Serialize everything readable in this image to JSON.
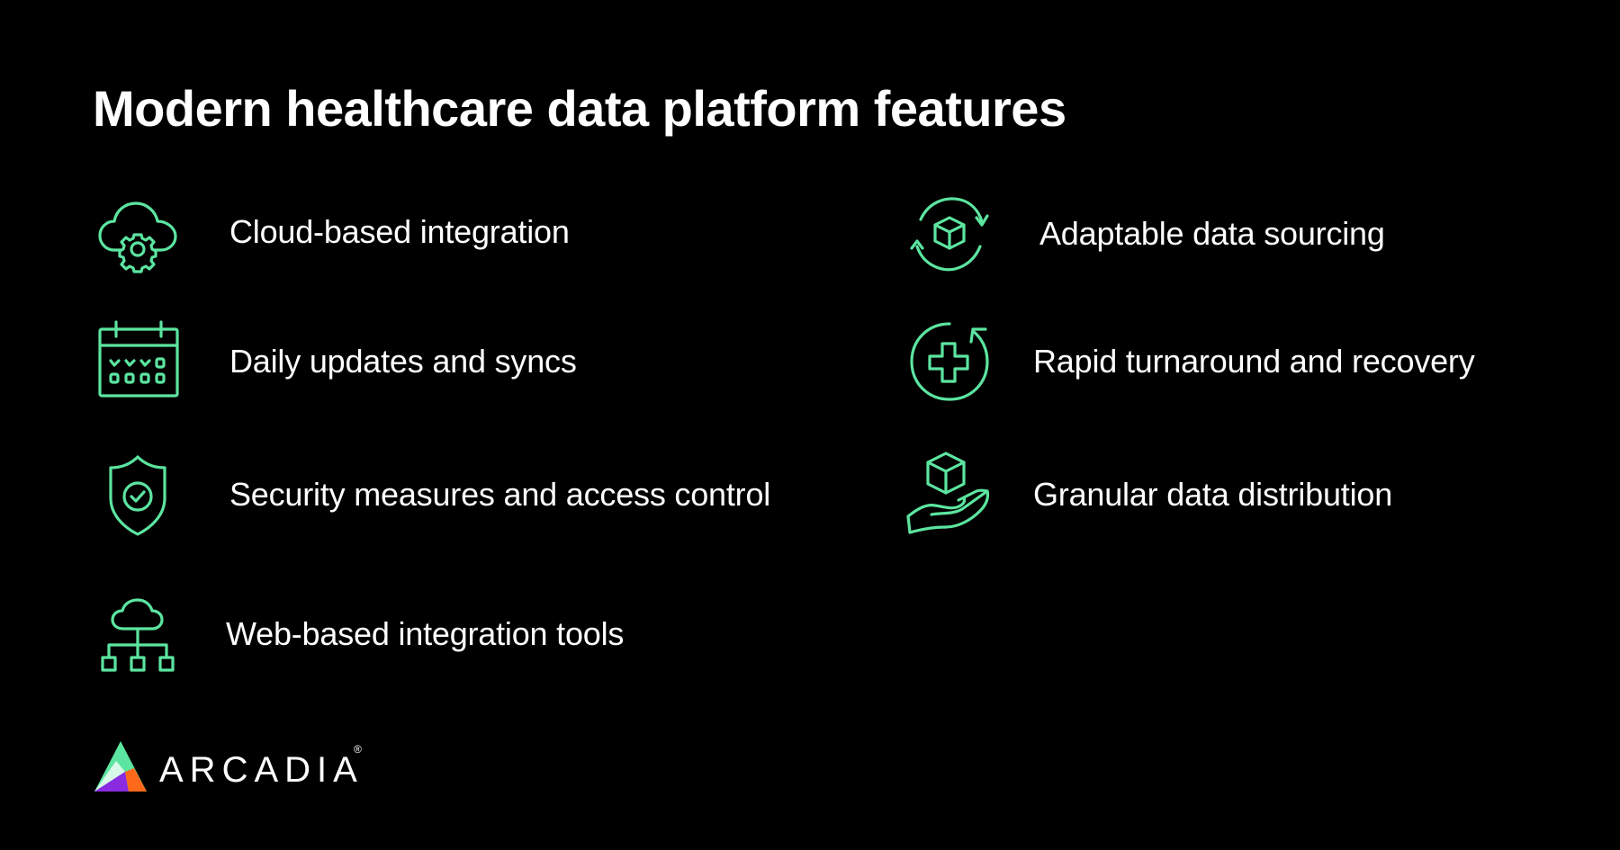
{
  "title": "Modern healthcare data platform features",
  "accent_color": "#5CE5A0",
  "background_color": "#000000",
  "features": {
    "left": [
      {
        "label": "Cloud-based integration",
        "icon": "cloud-gear-icon"
      },
      {
        "label": "Daily updates and syncs",
        "icon": "calendar-check-icon"
      },
      {
        "label": "Security measures and access control",
        "icon": "shield-check-icon"
      },
      {
        "label": "Web-based integration tools",
        "icon": "cloud-network-icon"
      }
    ],
    "right": [
      {
        "label": "Adaptable data sourcing",
        "icon": "cube-cycle-icon"
      },
      {
        "label": "Rapid turnaround and recovery",
        "icon": "medical-cross-refresh-icon"
      },
      {
        "label": "Granular data distribution",
        "icon": "hand-cube-icon"
      }
    ]
  },
  "logo": {
    "wordmark": "ARCADIA",
    "registered": "®",
    "colors": {
      "mint": "#5CE5A0",
      "purple": "#8A2BE2",
      "orange": "#FF6A1A",
      "light": "#D8F8E8"
    }
  }
}
